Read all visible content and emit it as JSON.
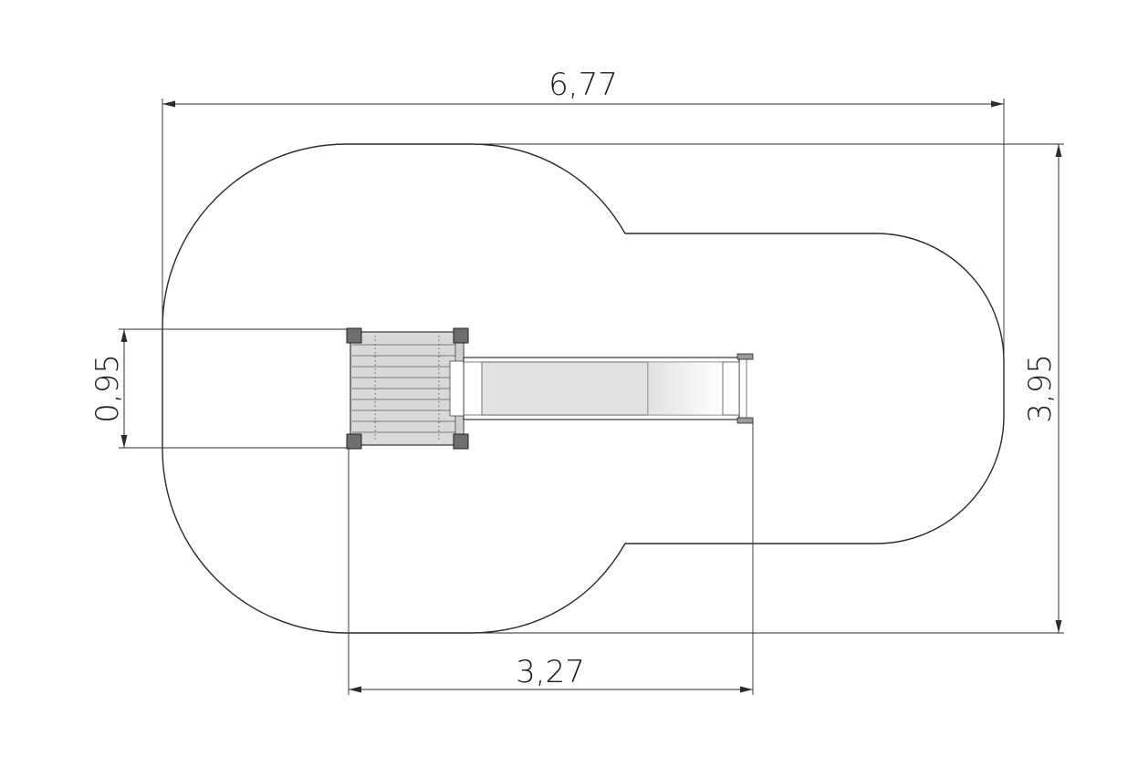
{
  "dimensions": {
    "overall_length": "6,77",
    "overall_width": "3,95",
    "platform_width": "0,95",
    "equipment_length": "3,27"
  }
}
